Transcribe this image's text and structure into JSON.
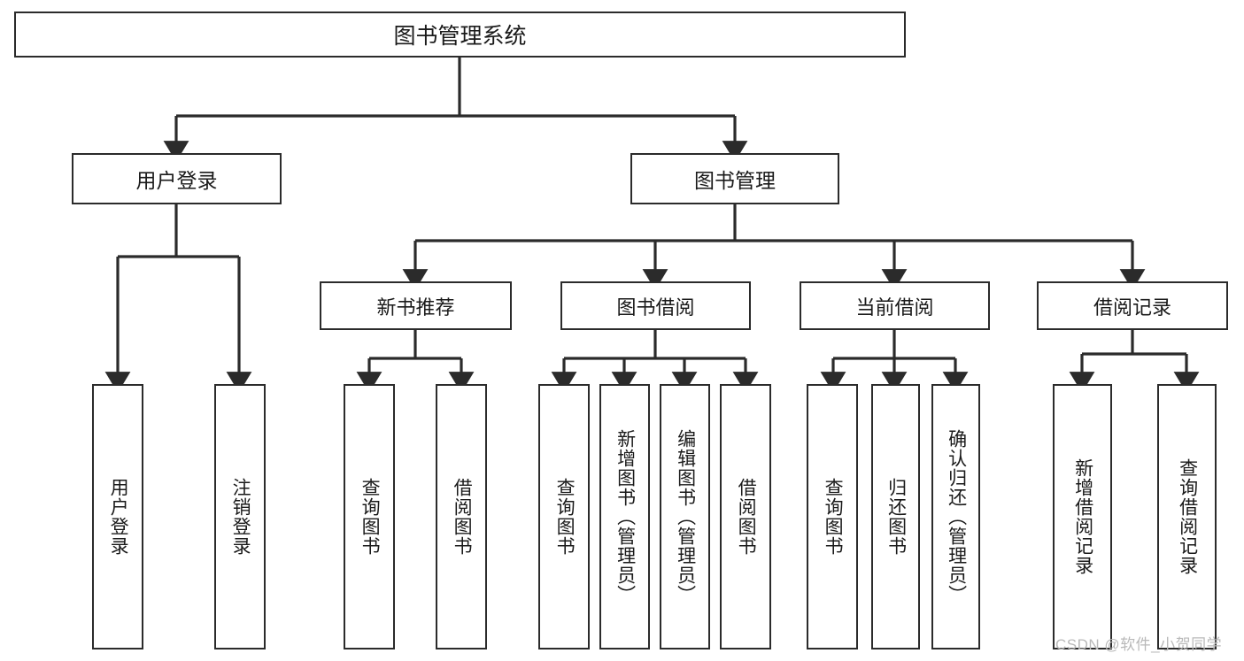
{
  "diagram": {
    "title": "图书管理系统",
    "type": "hierarchy-tree",
    "root": {
      "label": "图书管理系统"
    },
    "tier2": [
      {
        "label": "用户登录"
      },
      {
        "label": "图书管理"
      }
    ],
    "tier3": [
      {
        "label": "新书推荐"
      },
      {
        "label": "图书借阅"
      },
      {
        "label": "当前借阅"
      },
      {
        "label": "借阅记录"
      }
    ],
    "leaves": [
      {
        "label": "用户登录",
        "parent": "用户登录"
      },
      {
        "label": "注销登录",
        "parent": "用户登录"
      },
      {
        "label": "查询图书",
        "parent": "新书推荐"
      },
      {
        "label": "借阅图书",
        "parent": "新书推荐"
      },
      {
        "label": "查询图书",
        "parent": "图书借阅"
      },
      {
        "label": "新增图书（管理员）",
        "parent": "图书借阅"
      },
      {
        "label": "编辑图书（管理员）",
        "parent": "图书借阅"
      },
      {
        "label": "借阅图书",
        "parent": "图书借阅"
      },
      {
        "label": "查询图书",
        "parent": "当前借阅"
      },
      {
        "label": "归还图书",
        "parent": "当前借阅"
      },
      {
        "label": "确认归还（管理员）",
        "parent": "当前借阅"
      },
      {
        "label": "新增借阅记录",
        "parent": "借阅记录"
      },
      {
        "label": "查询借阅记录",
        "parent": "借阅记录"
      }
    ],
    "watermark": "CSDN @软件_小贺同学",
    "colors": {
      "stroke": "#2b2b2b",
      "background": "#ffffff",
      "text": "#1a1a1a",
      "watermark": "#b9b9b9"
    }
  }
}
